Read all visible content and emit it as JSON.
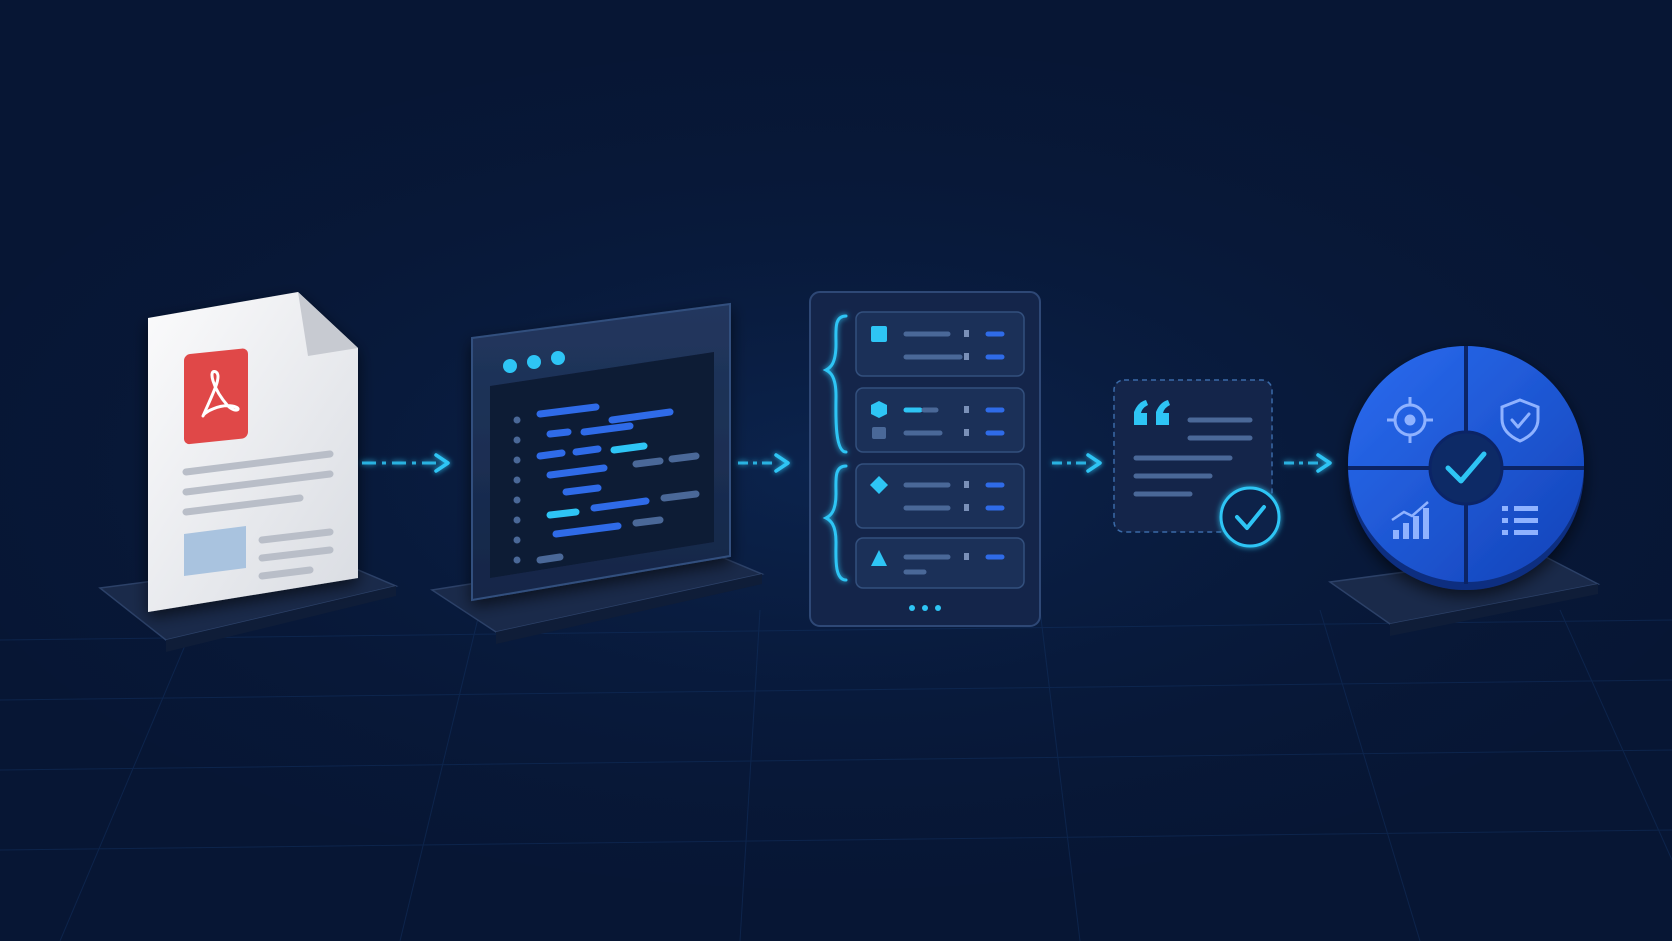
{
  "colors": {
    "background": "#071634",
    "background_glow": "#0c2550",
    "platform": "#1a2a4a",
    "panel": "#182a4d",
    "panel_border": "#33507e",
    "accent_cyan": "#2ec5f5",
    "accent_blue": "#2f6be8",
    "pdf_red": "#e04848",
    "paper": "#f1f2f4",
    "disc_blue": "#1d56d6",
    "disc_center": "#0d2a66"
  },
  "pipeline": {
    "stages": [
      {
        "id": "pdf-document",
        "icon": "pdf-icon"
      },
      {
        "id": "code-window",
        "icon": "code-editor-icon"
      },
      {
        "id": "structured-records",
        "icon": "json-list-icon"
      },
      {
        "id": "verified-citation",
        "icon": "quote-check-icon"
      },
      {
        "id": "results-dashboard",
        "icon": "quadrant-disc-icon"
      }
    ],
    "connectors": [
      "arrow-1",
      "arrow-2",
      "arrow-3",
      "arrow-4"
    ],
    "more_indicator": "ellipsis-icon"
  }
}
